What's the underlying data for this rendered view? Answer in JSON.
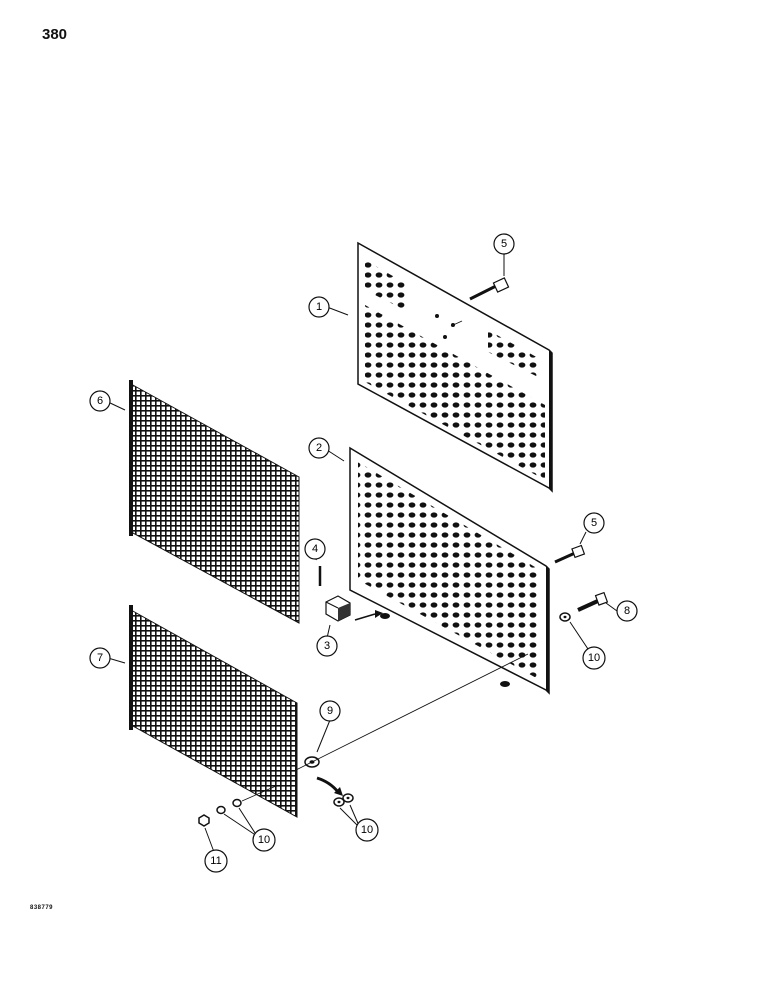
{
  "page": {
    "number": "380",
    "figure_code": "838779"
  },
  "callouts": [
    {
      "id": "c1",
      "label": "1"
    },
    {
      "id": "c2",
      "label": "2"
    },
    {
      "id": "c3",
      "label": "3"
    },
    {
      "id": "c4",
      "label": "4"
    },
    {
      "id": "c5a",
      "label": "5"
    },
    {
      "id": "c5b",
      "label": "5"
    },
    {
      "id": "c6",
      "label": "6"
    },
    {
      "id": "c7",
      "label": "7"
    },
    {
      "id": "c8",
      "label": "8"
    },
    {
      "id": "c9",
      "label": "9"
    },
    {
      "id": "c10a",
      "label": "10"
    },
    {
      "id": "c10b",
      "label": "10"
    },
    {
      "id": "c10c",
      "label": "10"
    },
    {
      "id": "c11",
      "label": "11"
    }
  ]
}
